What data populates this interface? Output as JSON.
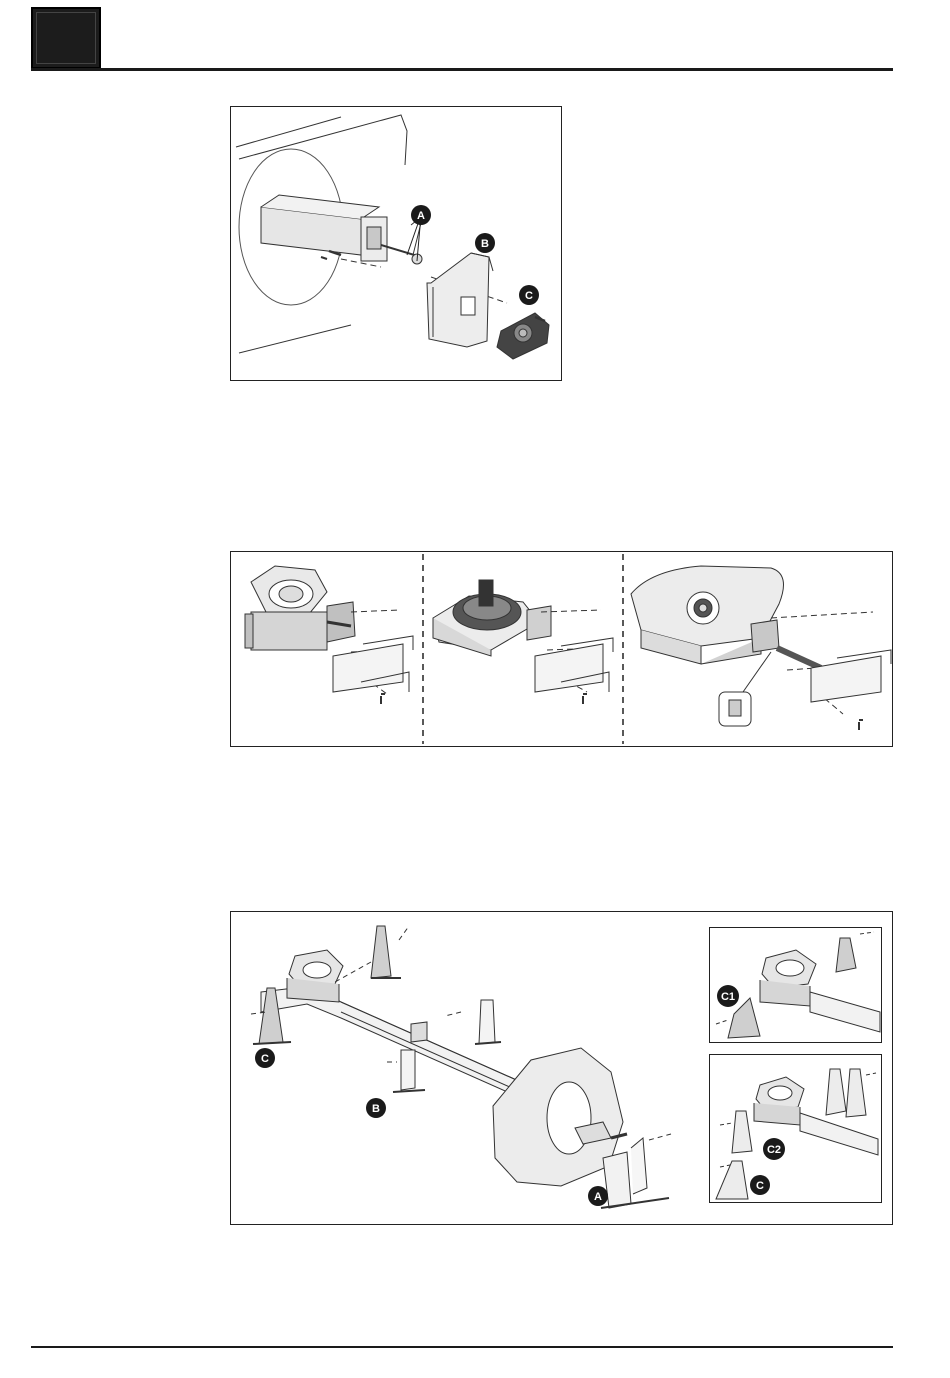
{
  "figure1": {
    "callouts": [
      "A",
      "B",
      "C"
    ]
  },
  "figure3": {
    "main_callouts": [
      "A",
      "B",
      "C"
    ],
    "inset_top_callouts": [
      "C1"
    ],
    "inset_bottom_callouts": [
      "C2",
      "C"
    ]
  }
}
